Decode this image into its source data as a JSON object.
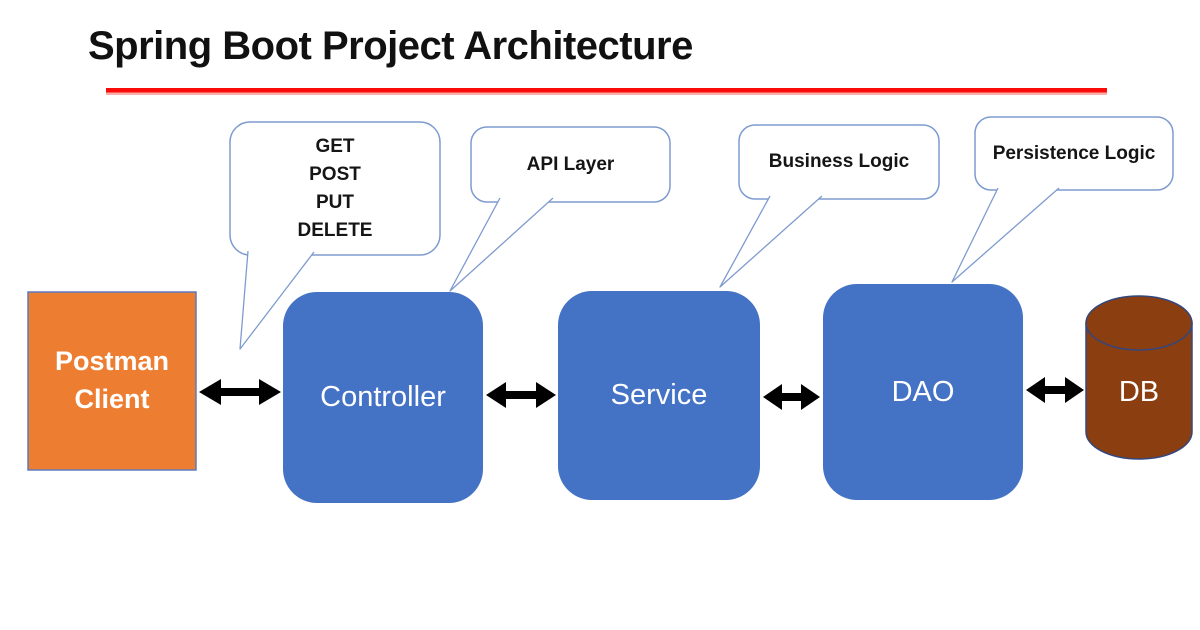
{
  "title": {
    "text": "Spring Boot Project Architecture"
  },
  "callouts": {
    "http_methods": {
      "lines": [
        "GET",
        "POST",
        "PUT",
        "DELETE"
      ]
    },
    "api_layer": {
      "label": "API Layer"
    },
    "business_logic": {
      "label": "Business Logic"
    },
    "persistence_logic": {
      "label": "Persistence Logic"
    }
  },
  "nodes": {
    "postman_client": {
      "label": "Postman Client"
    },
    "controller": {
      "label": "Controller"
    },
    "service": {
      "label": "Service"
    },
    "dao": {
      "label": "DAO"
    },
    "database": {
      "label": "DB"
    }
  },
  "colors": {
    "underline_red": "#FB0B09",
    "node_blue": "#4472C4",
    "node_orange": "#ED7D31",
    "db_brown": "#8B3E0F",
    "db_stroke": "#33477F",
    "callout_border": "#7E9BCF",
    "callout_fill": "#FFFFFF",
    "arrow": "#000000"
  }
}
